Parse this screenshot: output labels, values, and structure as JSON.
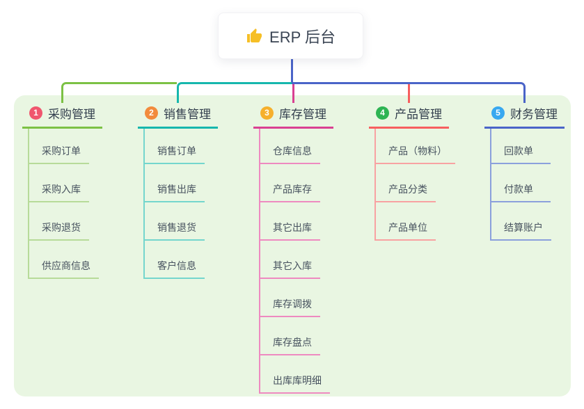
{
  "root": {
    "label": "ERP 后台",
    "icon": "thumbs-up",
    "icon_color": "#f6bf26",
    "text_color": "#3a4453"
  },
  "canvas": {
    "panel_color": "#e9f6e2",
    "stem_color": "#4a64c8",
    "title_text_color": "#323e4d",
    "child_text_color": "#47525f"
  },
  "branches": [
    {
      "index": "1",
      "title": "采购管理",
      "badge_color": "#f0566e",
      "line_color": "#7cc144",
      "child_line_color": "#b7db99",
      "children": [
        "采购订单",
        "采购入库",
        "采购退货",
        "供应商信息"
      ]
    },
    {
      "index": "2",
      "title": "销售管理",
      "badge_color": "#f28b3d",
      "line_color": "#16b7ad",
      "child_line_color": "#74d6cd",
      "children": [
        "销售订单",
        "销售出库",
        "销售退货",
        "客户信息"
      ]
    },
    {
      "index": "3",
      "title": "库存管理",
      "badge_color": "#f6b02c",
      "line_color": "#d94092",
      "child_line_color": "#ee8ac0",
      "children": [
        "仓库信息",
        "产品库存",
        "其它出库",
        "其它入库",
        "库存调拨",
        "库存盘点",
        "出库库明细"
      ]
    },
    {
      "index": "4",
      "title": "产品管理",
      "badge_color": "#2eb453",
      "line_color": "#f75f5f",
      "child_line_color": "#f8a2a2",
      "children": [
        "产品（物料）",
        "产品分类",
        "产品单位"
      ]
    },
    {
      "index": "5",
      "title": "财务管理",
      "badge_color": "#38a8f0",
      "line_color": "#4a64c8",
      "child_line_color": "#8ba0dc",
      "children": [
        "回款单",
        "付款单",
        "结算账户"
      ]
    }
  ]
}
